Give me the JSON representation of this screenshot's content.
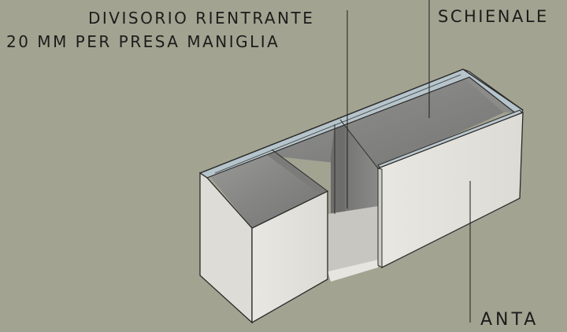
{
  "labels": {
    "divisorio_line1": "DIVISORIO RIENTRANTE",
    "divisorio_line2": "20 mm PER PRESA MANIGLIA",
    "schienale": "SCHIENALE",
    "anta": "ANTA"
  },
  "colors": {
    "background": "#a3a392",
    "front_panel": "#e4e3de",
    "front_panel_shade": "#d6d5cf",
    "interior_gray": "#8e8e8c",
    "interior_dark": "#6f6f6e",
    "top_edge_blue": "#b7c6cf",
    "ink": "#1c1c1a"
  }
}
